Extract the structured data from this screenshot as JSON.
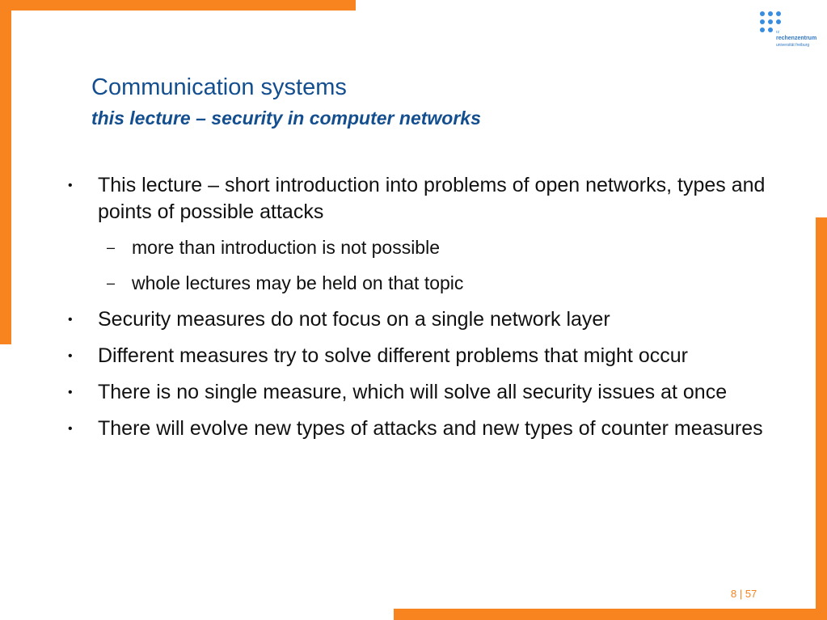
{
  "logo": {
    "rz": "rz",
    "name": "rechenzentrum",
    "sub": "universität freiburg"
  },
  "slide": {
    "title": "Communication systems",
    "subtitle": "this lecture – security in computer networks"
  },
  "bullets": [
    {
      "text": "This lecture – short introduction into problems of open networks, types and points of possible attacks",
      "subs": [
        "more than introduction is not possible",
        "whole lectures may be held on that topic"
      ]
    },
    {
      "text": "Security measures do not focus on a single network layer"
    },
    {
      "text": "Different measures try to solve different problems that might occur"
    },
    {
      "text": "There is no single measure, which will solve all security issues at once"
    },
    {
      "text": "There will evolve new types of attacks and new types of counter measures"
    }
  ],
  "markers": {
    "bullet": "•",
    "sub": "–"
  },
  "page": "8 | 57",
  "colors": {
    "accent": "#f7841e",
    "title": "#134e8f",
    "logo": "#3a8dde"
  }
}
